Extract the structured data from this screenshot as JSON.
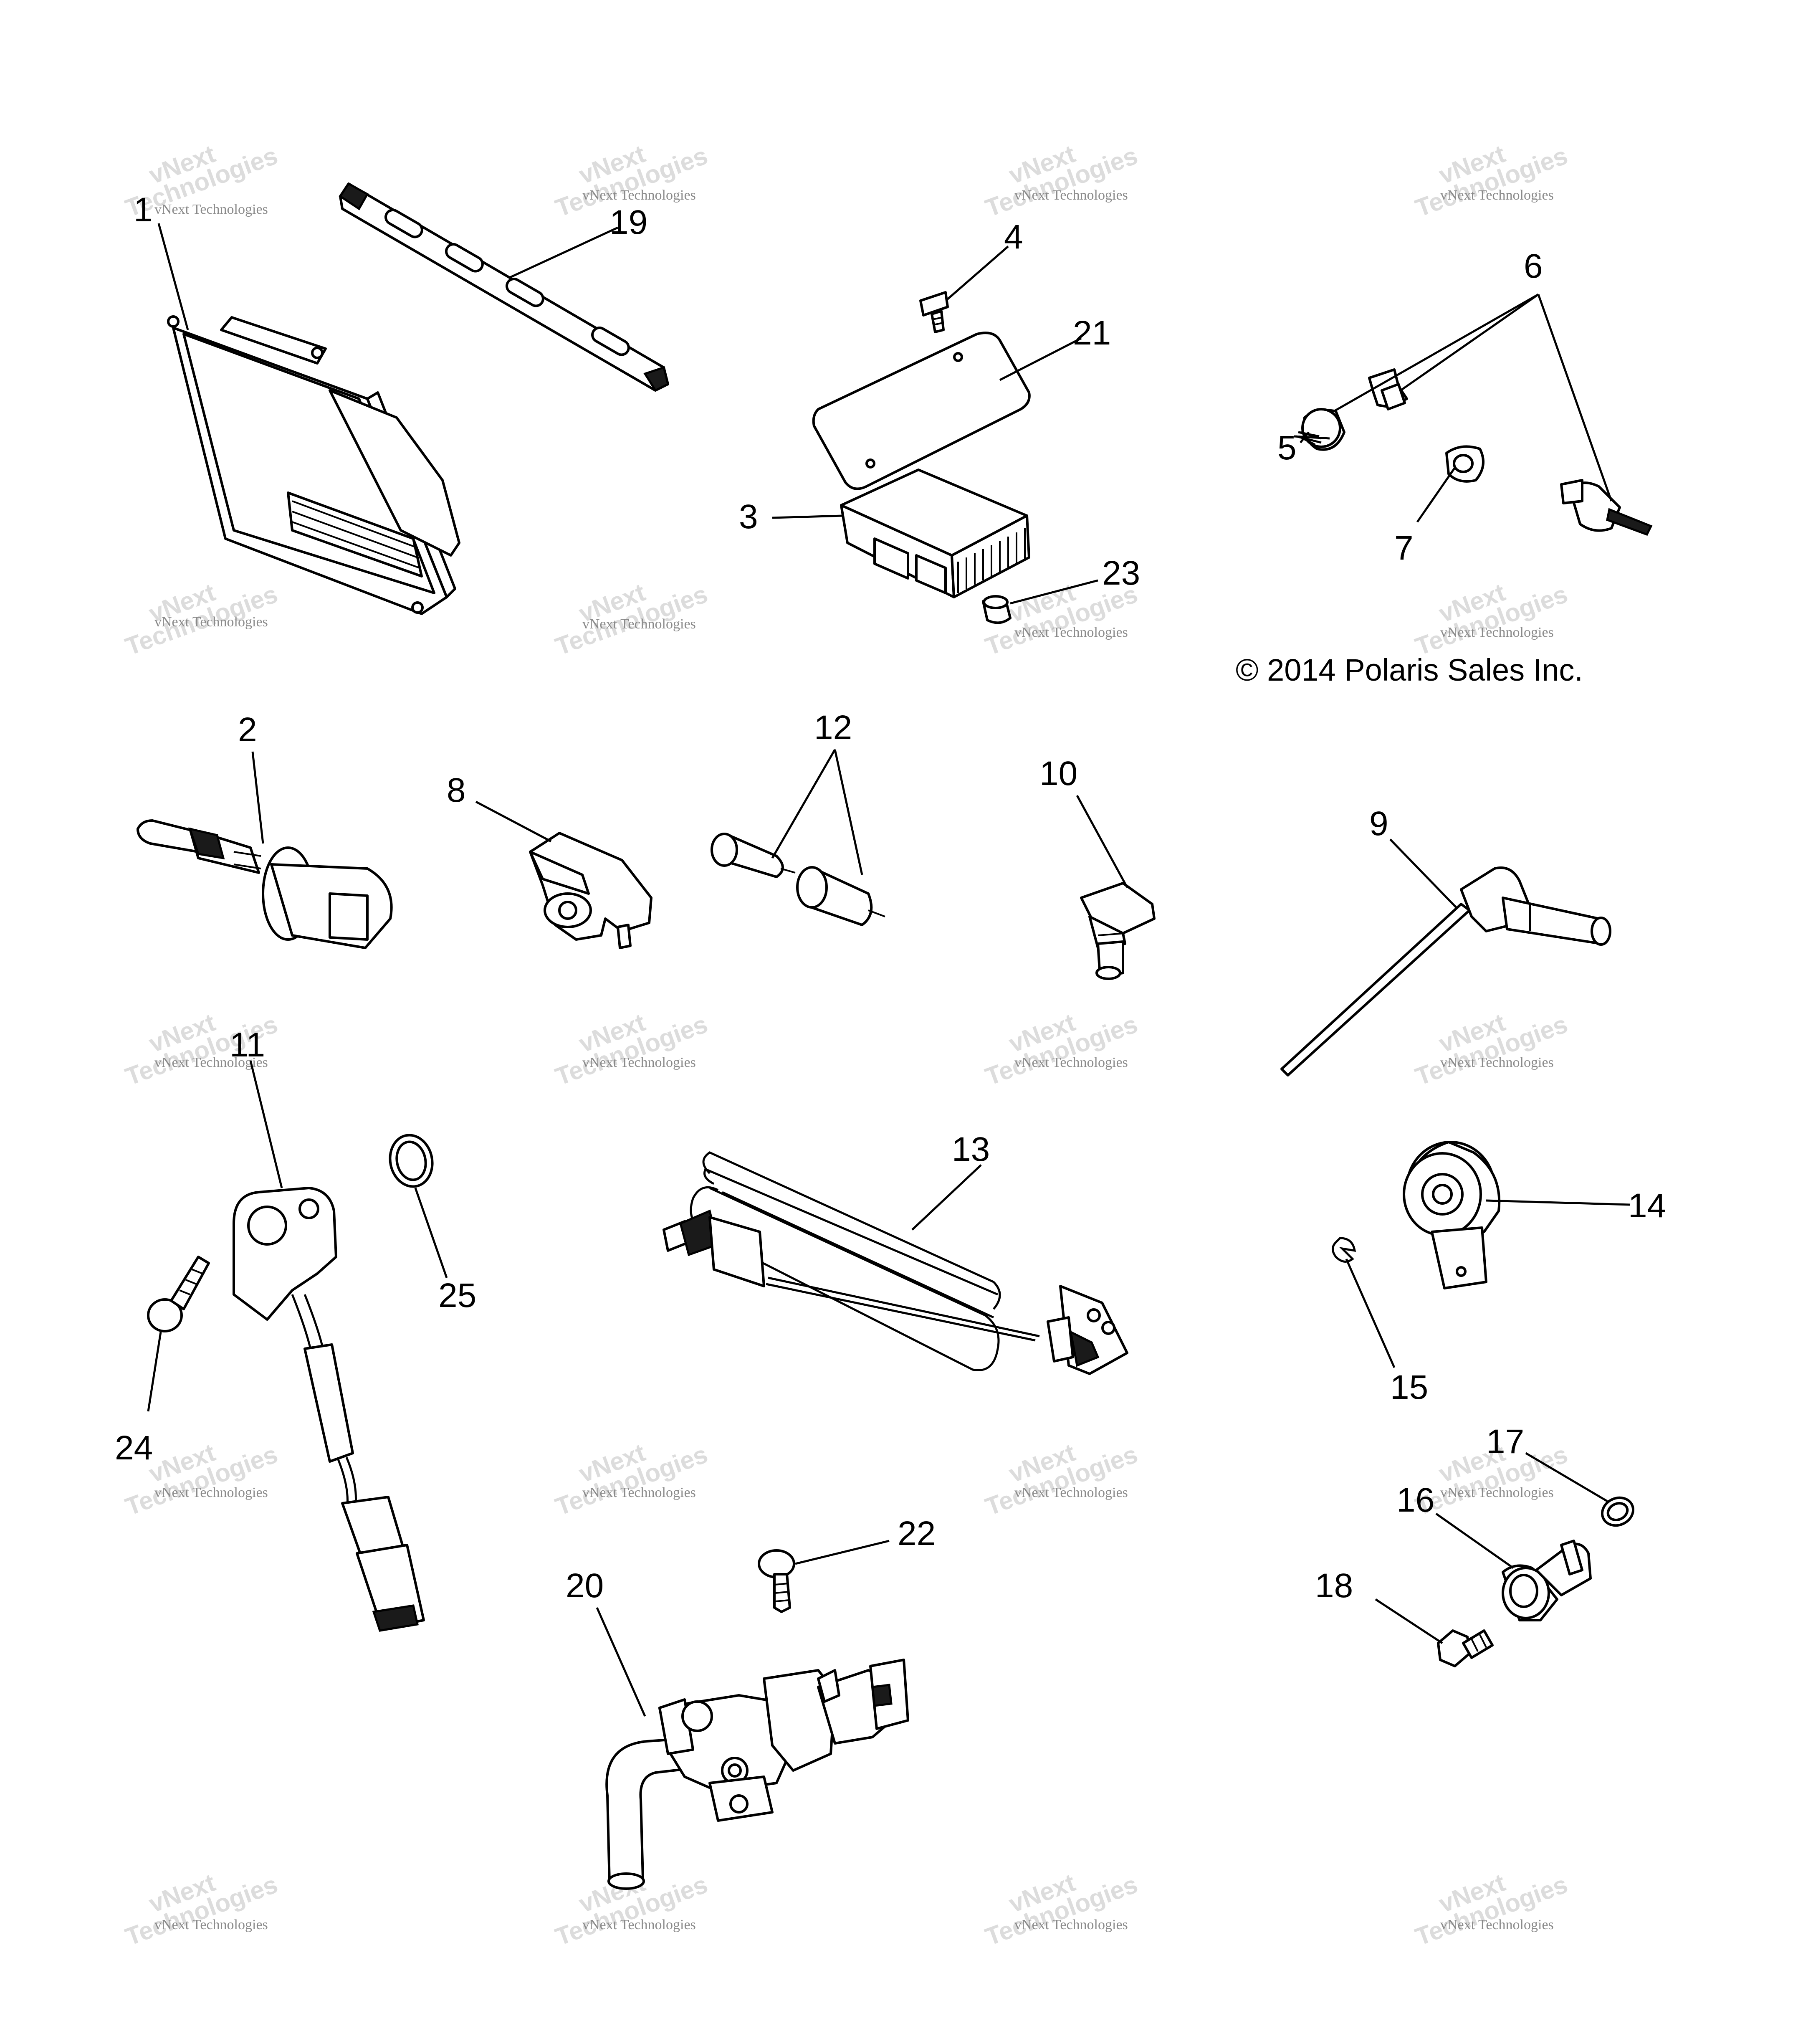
{
  "copyright": "© 2014 Polaris Sales Inc.",
  "watermark": {
    "small": "vNext Technologies",
    "large": "Technologies",
    "top": "vNext"
  },
  "callouts": [
    "1",
    "2",
    "3",
    "4",
    "5",
    "6",
    "7",
    "8",
    "9",
    "10",
    "11",
    "12",
    "13",
    "14",
    "15",
    "16",
    "17",
    "18",
    "19",
    "20",
    "21",
    "22",
    "23",
    "24",
    "25"
  ],
  "colors": {
    "ink": "#000000",
    "watermark": "#8a8a8a",
    "background": "#ffffff"
  }
}
